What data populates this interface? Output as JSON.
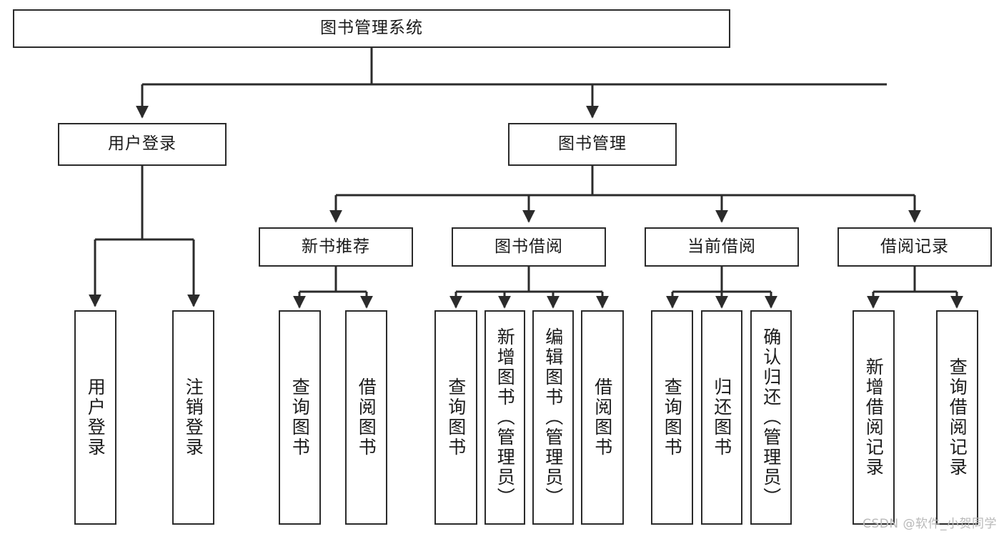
{
  "diagram": {
    "title": "图书管理系统",
    "type": "hierarchy-tree",
    "watermark": "CSDN @软件_小贺同学",
    "colors": {
      "stroke": "#2b2b2b",
      "fill": "#ffffff",
      "text": "#1a1a1a",
      "watermark": "#b9b9b9"
    },
    "levels": {
      "root": {
        "label": "图书管理系统"
      },
      "level2": [
        {
          "label": "用户登录"
        },
        {
          "label": "图书管理"
        }
      ],
      "level3": [
        {
          "label": "新书推荐"
        },
        {
          "label": "图书借阅"
        },
        {
          "label": "当前借阅"
        },
        {
          "label": "借阅记录"
        }
      ],
      "leaves": {
        "user_login": [
          {
            "label": "用户登录"
          },
          {
            "label": "注销登录"
          }
        ],
        "new_book": [
          {
            "label": "查询图书"
          },
          {
            "label": "借阅图书"
          }
        ],
        "borrow_book": [
          {
            "label": "查询图书"
          },
          {
            "label": "新增图书（管理员）"
          },
          {
            "label": "编辑图书（管理员）"
          },
          {
            "label": "借阅图书"
          }
        ],
        "current_borrow": [
          {
            "label": "查询图书"
          },
          {
            "label": "归还图书"
          },
          {
            "label": "确认归还（管理员）"
          }
        ],
        "borrow_record": [
          {
            "label": "新增借阅记录"
          },
          {
            "label": "查询借阅记录"
          }
        ]
      }
    }
  }
}
